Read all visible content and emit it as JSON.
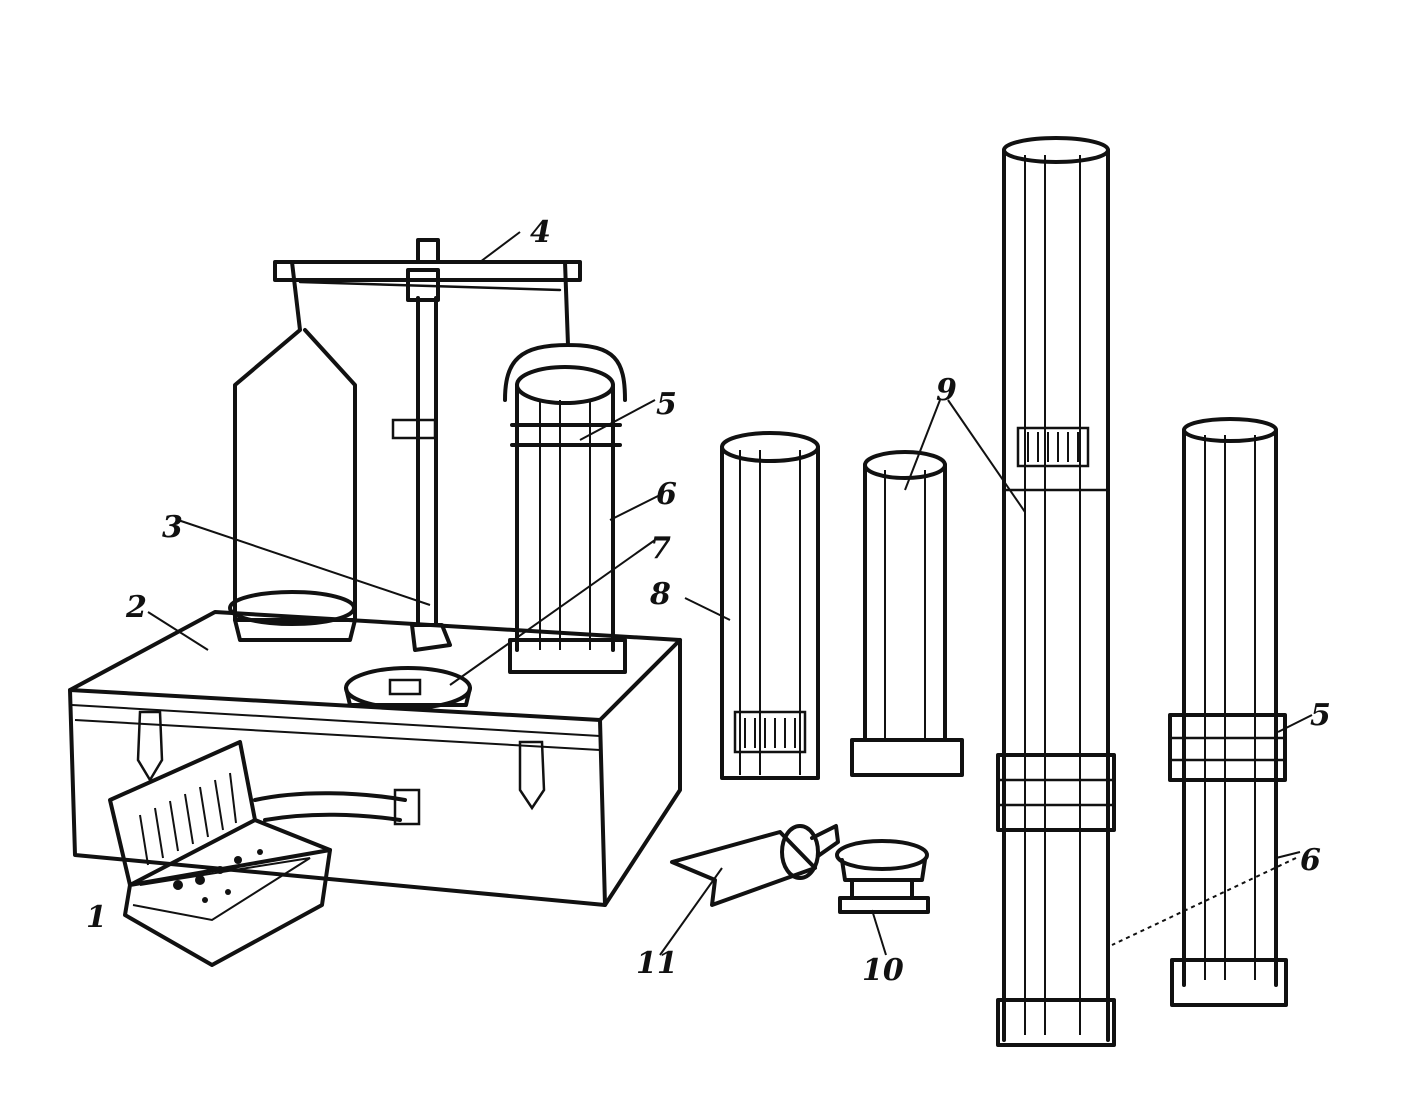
{
  "labels": {
    "l1": "1",
    "l2": "2",
    "l3": "3",
    "l4": "4",
    "l5a": "5",
    "l5b": "5",
    "l6a": "6",
    "l6b": "6",
    "l7": "7",
    "l8": "8",
    "l9": "9",
    "l10": "10",
    "l11": "11"
  },
  "colors": {
    "ink": "#111111",
    "paper": "#ffffff"
  }
}
